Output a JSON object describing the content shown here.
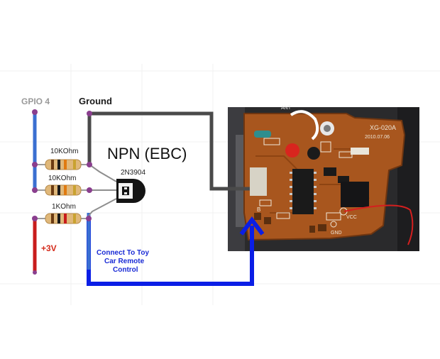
{
  "labels": {
    "gpio": "GPIO 4",
    "ground": "Ground",
    "npn": "NPN (EBC)",
    "part": "2N3904",
    "r1": "10KOhm",
    "r2": "10KOhm",
    "r3": "1KOhm",
    "power": "+3V",
    "connect_line1": "Connect To Toy",
    "connect_line2": "Car Remote",
    "connect_line3": "Control"
  },
  "pcb_text": {
    "model": "XG-020A",
    "date": "2010.07.06",
    "ant": "ANT",
    "gnd": "GND",
    "vcc": "VCC",
    "pin_b": "B"
  },
  "colors": {
    "gpio_wire": "#3a6fd1",
    "ground_wire": "#4a4a4a",
    "power_wire": "#c81c1c",
    "control_wire": "#0a1ee6",
    "connect_text": "#1a2bd6",
    "power_text": "#d42a1a",
    "board": "#a8561e"
  }
}
